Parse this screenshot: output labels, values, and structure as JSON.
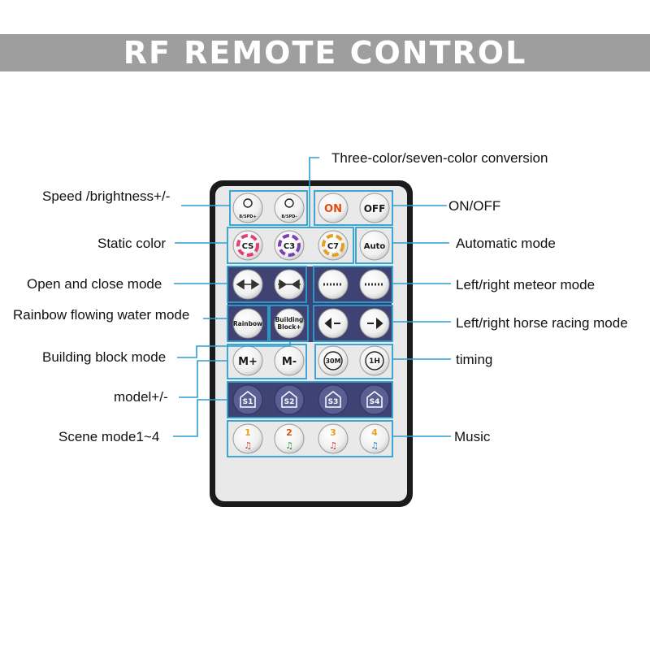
{
  "title": "RF REMOTE CONTROL",
  "colors": {
    "banner": "#9e9e9e",
    "leader": "#2a9fd0",
    "remote_body": "#1b1b1b",
    "remote_face": "#e9e9e9",
    "band": "#3e4374"
  },
  "callouts": {
    "three_seven": "Three-color/seven-color conversion",
    "speed": "Speed /brightness+/-",
    "onoff": "ON/OFF",
    "static": "Static color",
    "auto_mode": "Automatic mode",
    "open_close": "Open and close mode",
    "meteor": "Left/right meteor mode",
    "rainbow_mode": "Rainbow flowing water mode",
    "horse": "Left/right horse racing mode",
    "building_mode": "Building block mode",
    "timing": "timing",
    "model": "model+/-",
    "scene": "Scene mode1~4",
    "music": "Music"
  },
  "buttons": {
    "speed_plus": "B/SPD+",
    "speed_minus": "B/SPD-",
    "on": "ON",
    "off": "OFF",
    "cs": "CS",
    "c3": "C3",
    "c7": "C7",
    "auto": "Auto",
    "rainbow": "Rainbow",
    "building_1": "Building",
    "building_2": "Block+",
    "m_plus": "M+",
    "m_minus": "M-",
    "t30": "30M",
    "t1h": "1H",
    "scenes": [
      "S1",
      "S2",
      "S3",
      "S4"
    ],
    "music": [
      "1",
      "2",
      "3",
      "4"
    ],
    "music_colors": [
      "#e8a020",
      "#e05010",
      "#e8a020",
      "#e8a020"
    ]
  }
}
